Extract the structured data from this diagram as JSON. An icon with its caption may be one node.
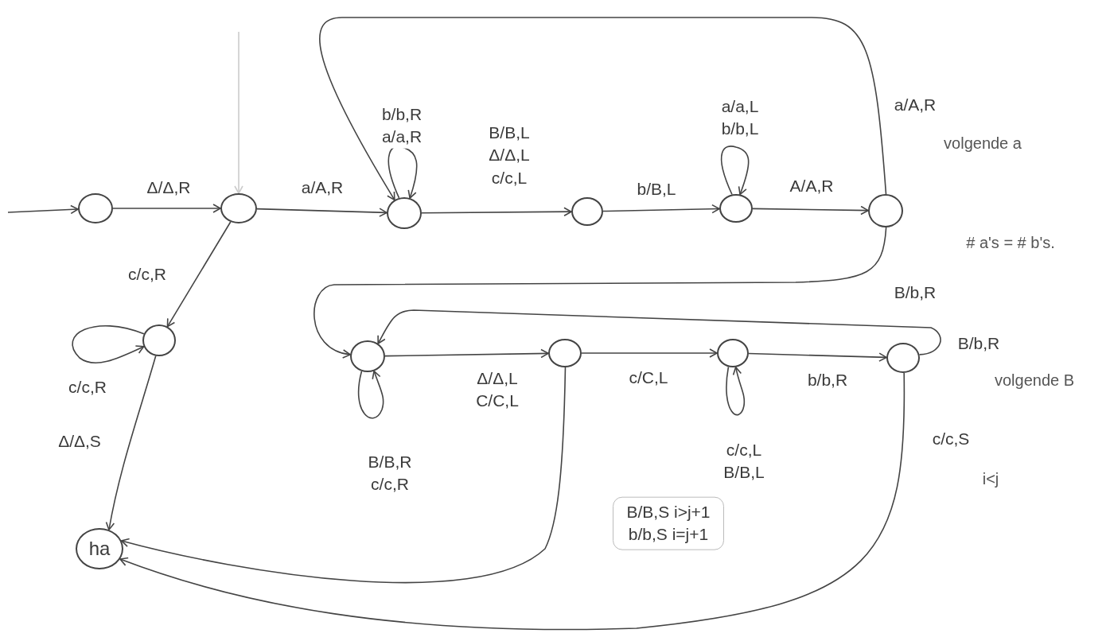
{
  "diagram": {
    "nodes": [
      {
        "text": [],
        "shape": "circle"
      },
      {
        "text": [],
        "shape": "circle"
      },
      {
        "text": [],
        "shape": "circle"
      },
      {
        "text": [],
        "shape": "circle"
      },
      {
        "text": [],
        "shape": "circle"
      },
      {
        "text": [],
        "shape": "circle"
      },
      {
        "text": [],
        "shape": "circle"
      },
      {
        "text": [
          "ha"
        ]
      },
      {
        "text": [],
        "shape": "circle"
      },
      {
        "text": [],
        "shape": "circle"
      },
      {
        "text": [],
        "shape": "circle"
      },
      {
        "text": [],
        "shape": "circle"
      }
    ],
    "edges": [
      {
        "from": null,
        "to": 0,
        "arrow": "to"
      },
      {
        "from": 0,
        "to": 1,
        "arrow": "to",
        "label": "Δ/Δ,R"
      },
      {
        "from": 1,
        "to": 2,
        "arrow": "to",
        "label": "a/A,R"
      },
      {
        "from": 2,
        "to": 2,
        "arrow": "to",
        "label": "b/b,R a/a,R"
      },
      {
        "from": 2,
        "to": 3,
        "arrow": "to",
        "label": "B/B,L Δ/Δ,L c/c,L"
      },
      {
        "from": 3,
        "to": 4,
        "arrow": "to",
        "label": "b/B,L"
      },
      {
        "from": 4,
        "to": 4,
        "arrow": "to",
        "label": "a/a,L b/b,L"
      },
      {
        "from": 4,
        "to": 5,
        "arrow": "to",
        "label": "A/A,R"
      },
      {
        "from": 5,
        "to": 2,
        "arrow": "to",
        "label": "a/A,R"
      },
      {
        "from": 5,
        "to": 8,
        "arrow": "to",
        "label": "B/b,R"
      },
      {
        "from": 1,
        "to": 6,
        "arrow": "to",
        "label": "c/c,R"
      },
      {
        "from": 6,
        "to": 6,
        "arrow": "to",
        "label": "c/c,R"
      },
      {
        "from": 6,
        "to": 7,
        "arrow": "to",
        "label": "Δ/Δ,S"
      },
      {
        "from": 8,
        "to": 8,
        "arrow": "to",
        "label": "B/B,R c/c,R"
      },
      {
        "from": 8,
        "to": 9,
        "arrow": "to",
        "label": "Δ/Δ,L C/C,L"
      },
      {
        "from": 9,
        "to": 10,
        "arrow": "to",
        "label": "c/C,L"
      },
      {
        "from": 10,
        "to": 10,
        "arrow": "to",
        "label": "c/c,L B/B,L"
      },
      {
        "from": 10,
        "to": 11,
        "arrow": "to",
        "label": "b/b,R"
      },
      {
        "from": 11,
        "to": 8,
        "arrow": "to",
        "label": "B/b,R"
      },
      {
        "from": 9,
        "to": 7,
        "arrow": "to",
        "label": "B/B,S i>j+1 b/b,S i=j+1"
      },
      {
        "from": 11,
        "to": 7,
        "arrow": "to",
        "label": "c/c,S"
      },
      {
        "from": null,
        "to": 1,
        "arrow": "to",
        "color": "#cccccc"
      }
    ],
    "labels": [
      "volgende a",
      "# a's = # b's.",
      "volgende B",
      "i<j"
    ]
  }
}
